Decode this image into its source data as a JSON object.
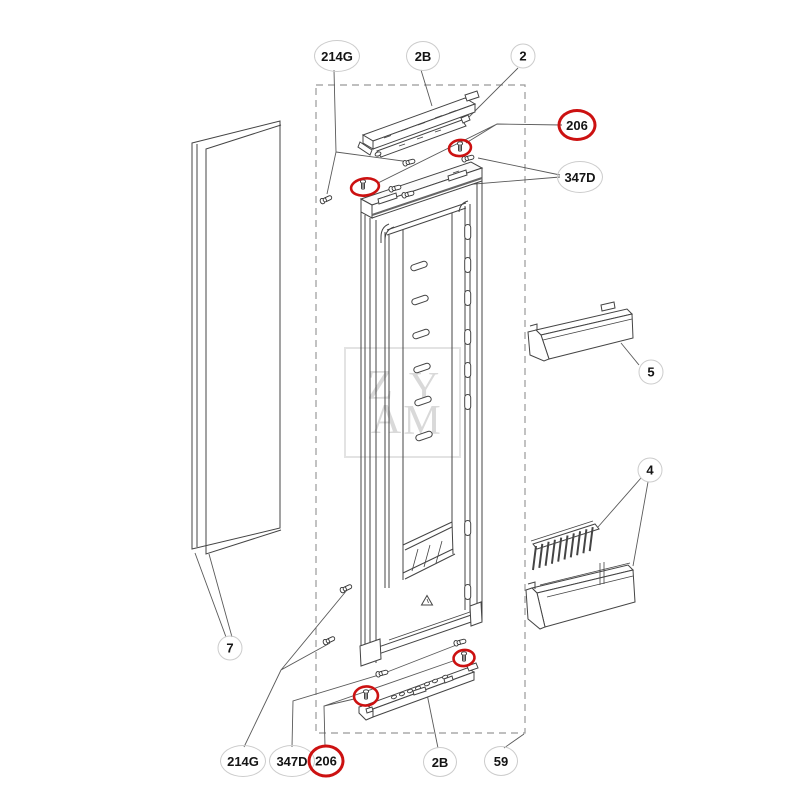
{
  "diagram": {
    "kind": "refrigerator-door-exploded-parts-diagram",
    "watermark": {
      "letters": [
        "Z",
        "Y",
        "A",
        "M"
      ]
    },
    "labels": [
      {
        "text": "214G",
        "highlighted": false
      },
      {
        "text": "2B",
        "highlighted": false
      },
      {
        "text": "2",
        "highlighted": false
      },
      {
        "text": "206",
        "highlighted": true
      },
      {
        "text": "347D",
        "highlighted": false
      },
      {
        "text": "7",
        "highlighted": false
      },
      {
        "text": "5",
        "highlighted": false
      },
      {
        "text": "4",
        "highlighted": false
      },
      {
        "text": "214G",
        "highlighted": false
      },
      {
        "text": "347D",
        "highlighted": false
      },
      {
        "text": "206",
        "highlighted": true
      },
      {
        "text": "2B",
        "highlighted": false
      },
      {
        "text": "59",
        "highlighted": false
      }
    ],
    "colors": {
      "line": "#404040",
      "highlight_red": "#cc1111",
      "label_circle": "#cccccc",
      "dashed_border": "#999999",
      "watermark": "#d9d9d9"
    }
  }
}
